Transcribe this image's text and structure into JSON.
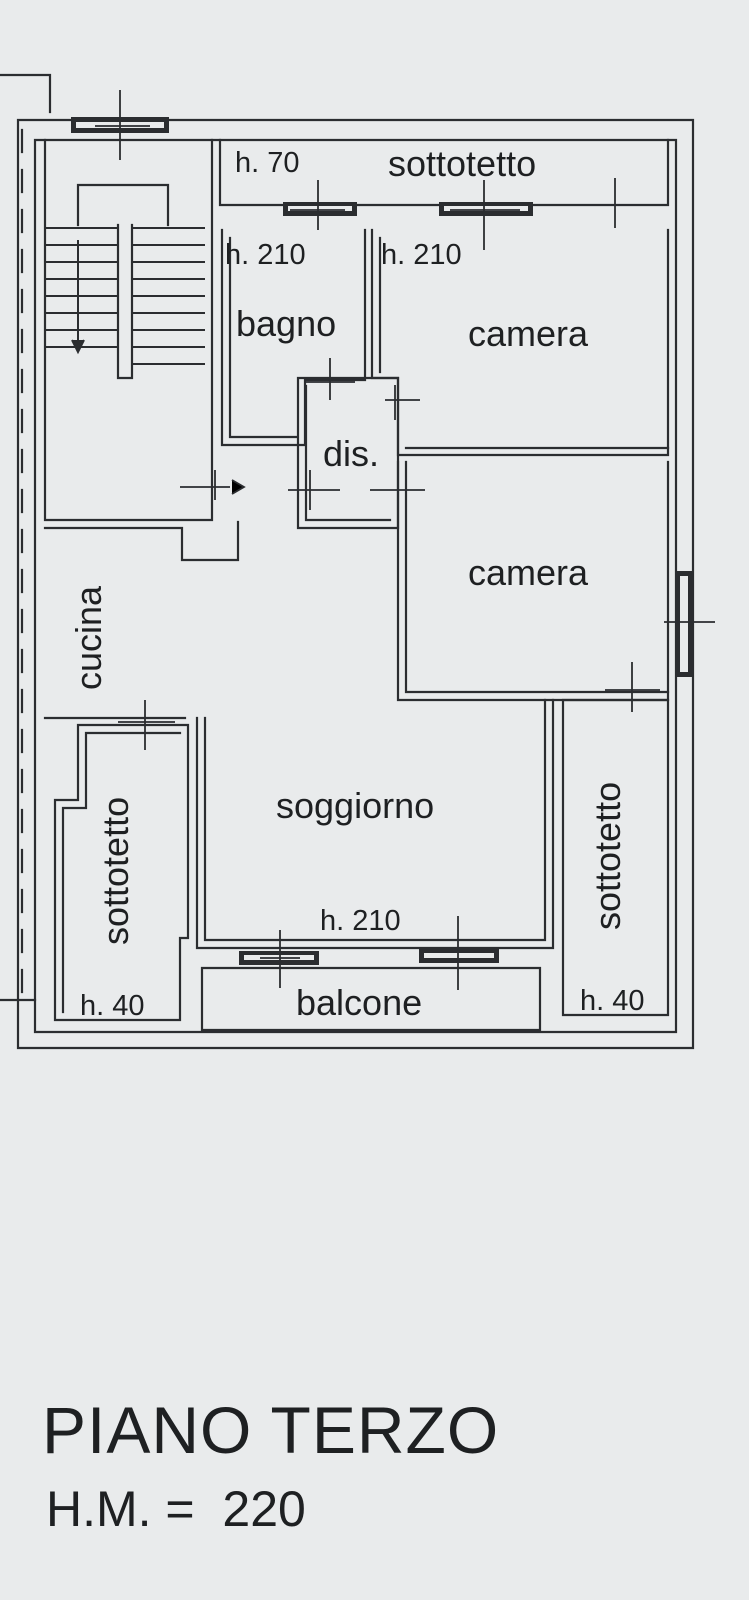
{
  "plan": {
    "rooms": {
      "sottotetto_top": "sottotetto",
      "bagno": "bagno",
      "camera_1": "camera",
      "dis": "dis.",
      "camera_2": "camera",
      "cucina": "cucina",
      "soggiorno": "soggiorno",
      "sottotetto_left": "sottotetto",
      "sottotetto_right": "sottotetto",
      "balcone": "balcone"
    },
    "heights": {
      "sottotetto_top": "h. 70",
      "bagno": "h. 210",
      "camera_1": "h. 210",
      "soggiorno": "h. 210",
      "sottotetto_left": "h. 40",
      "sottotetto_right": "h. 40"
    }
  },
  "caption": {
    "title": "PIANO TERZO",
    "hm": "H.M. =  220"
  }
}
